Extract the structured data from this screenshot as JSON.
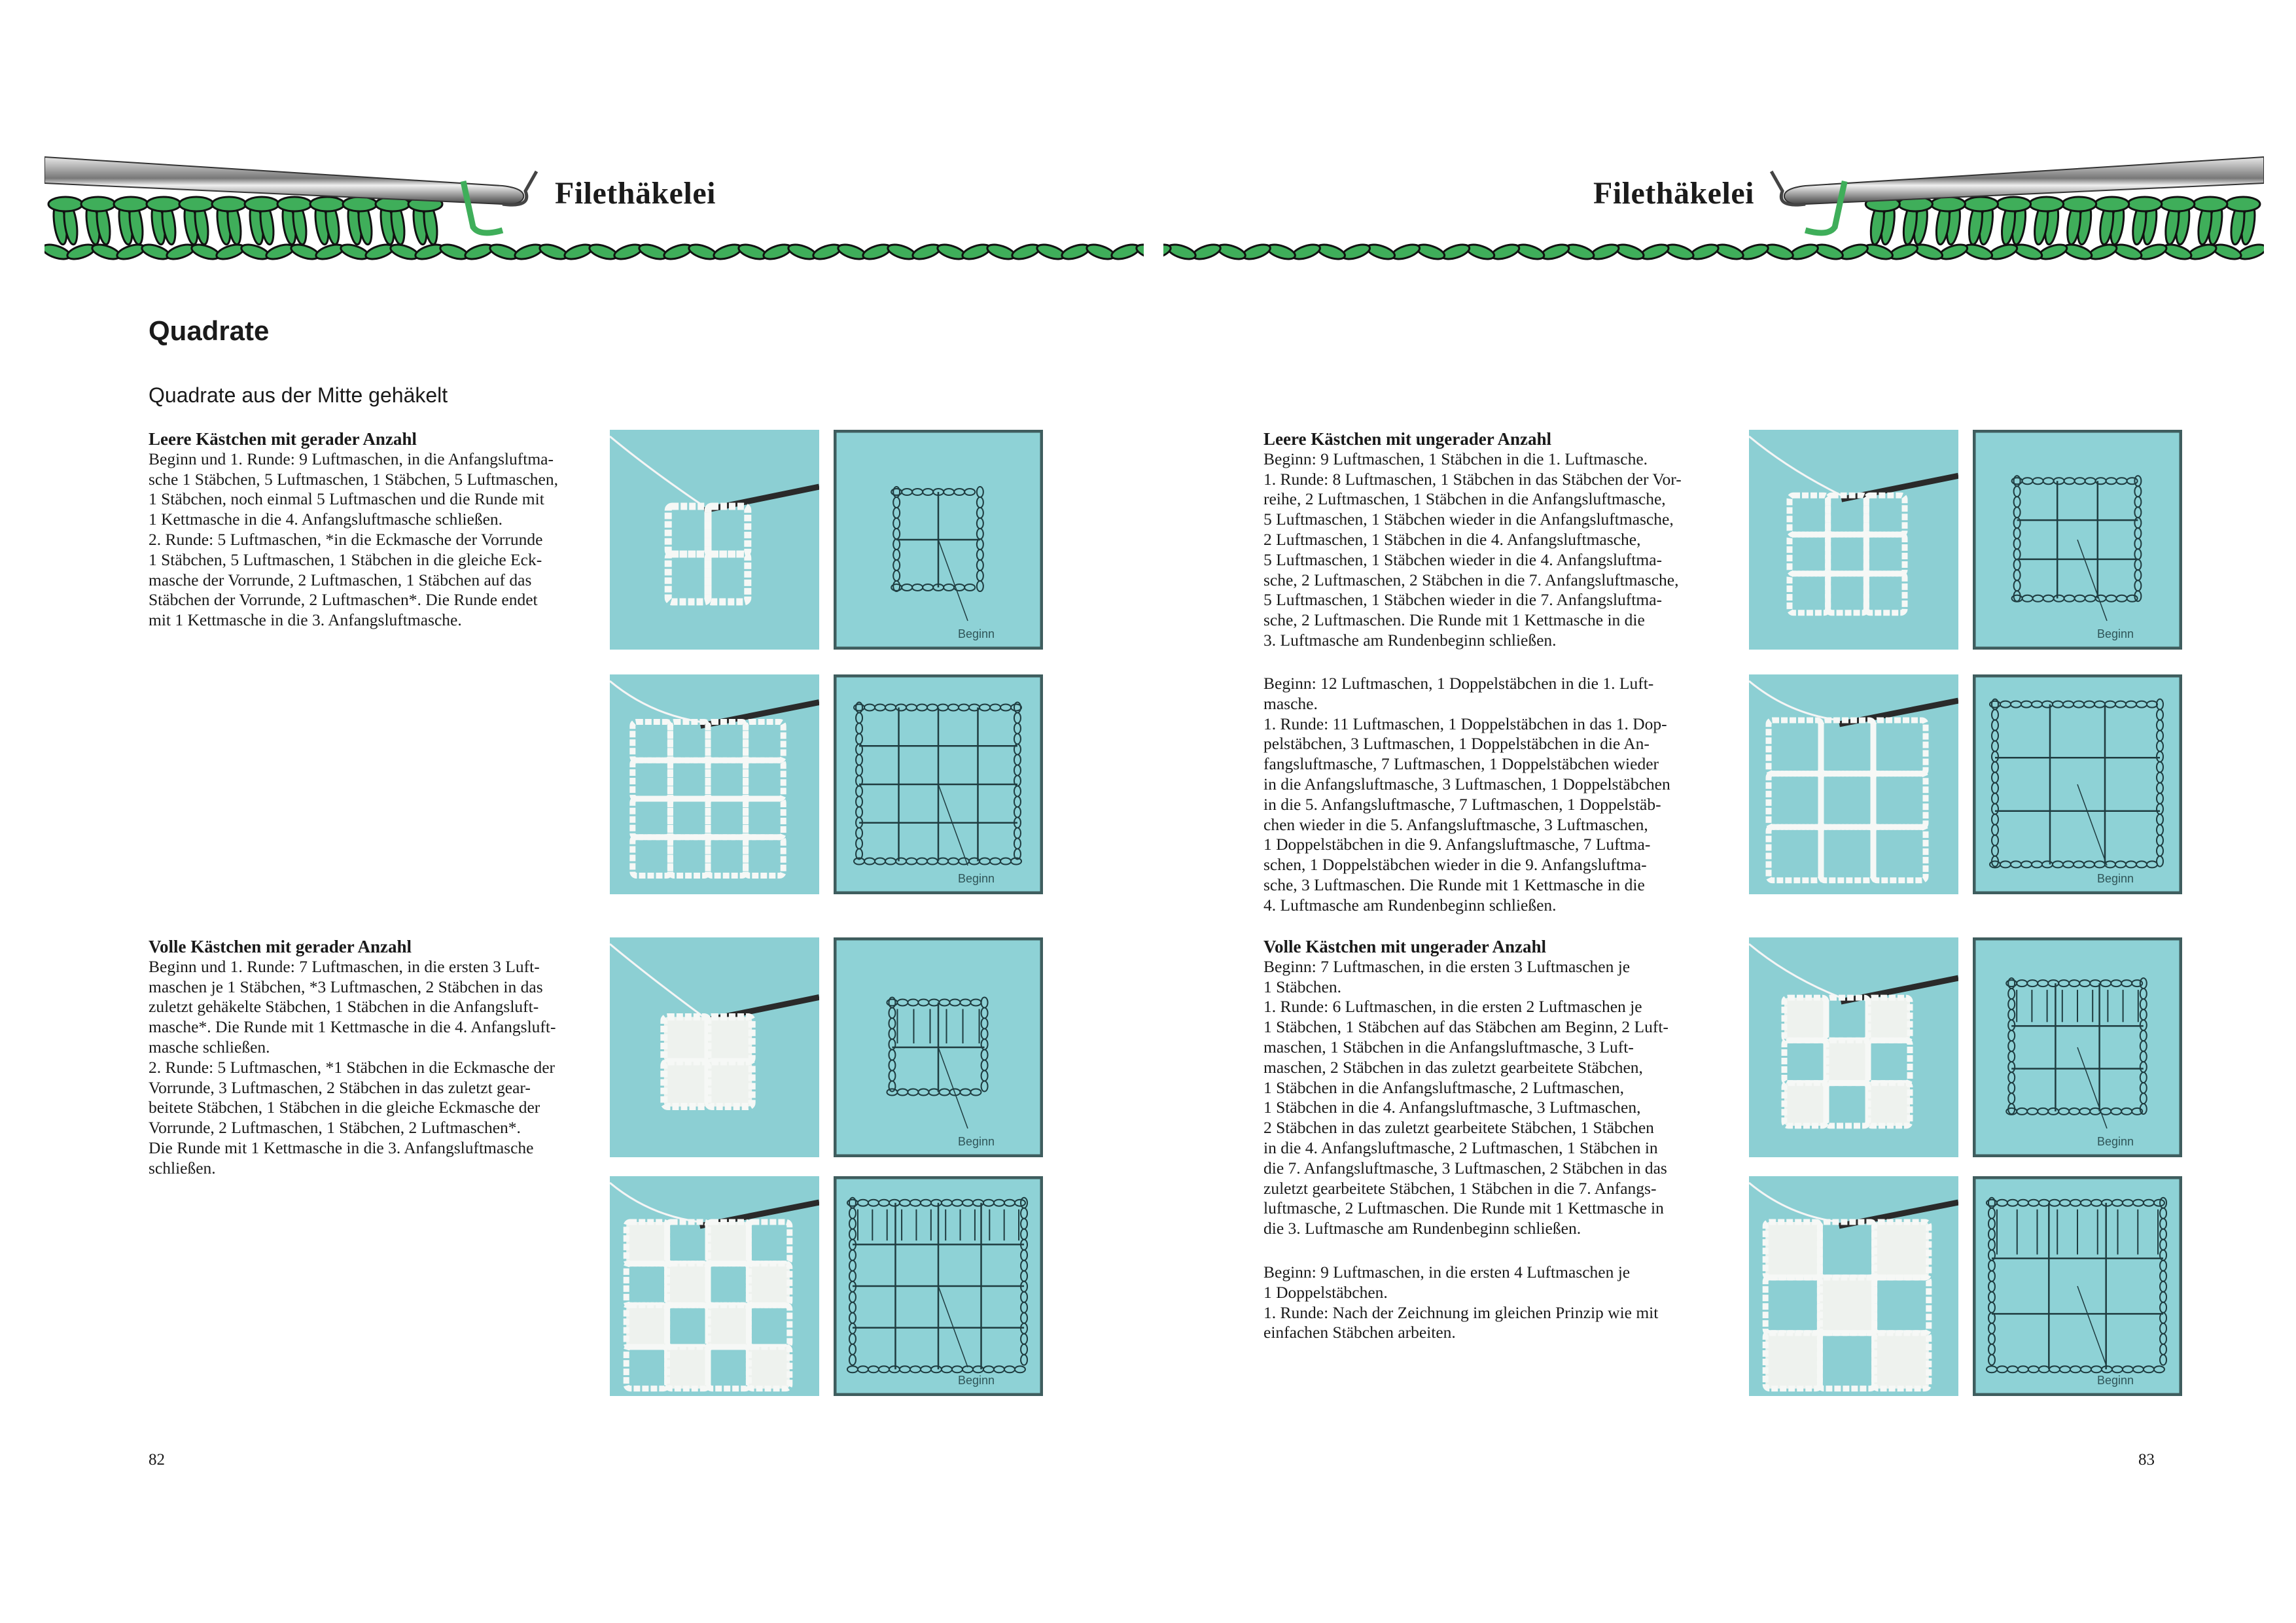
{
  "header": {
    "left_title": "Filethäkelei",
    "right_title": "Filethäkelei"
  },
  "left_page": {
    "section_title": "Quadrate",
    "subsection_title": "Quadrate aus der Mitte gehäkelt",
    "blocks": [
      {
        "heading": "Leere Kästchen mit gerader Anzahl",
        "lines": [
          "Beginn und 1. Runde: 9 Luftmaschen, in die Anfangsluftma-",
          "sche 1 Stäbchen, 5 Luftmaschen, 1 Stäbchen, 5 Luftmaschen,",
          "1 Stäbchen, noch einmal 5 Luftmaschen und die Runde mit",
          "1 Kettmasche in die 4. Anfangsluftmasche schließen.",
          "2. Runde: 5 Luftmaschen, *in die Eckmasche der Vorrunde",
          "1 Stäbchen, 5 Luftmaschen, 1 Stäbchen in die gleiche Eck-",
          "masche der Vorrunde, 2 Luftmaschen, 1 Stäbchen auf das",
          "Stäbchen der Vorrunde, 2 Luftmaschen*. Die Runde endet",
          "mit 1 Kettmasche in die 3. Anfangsluftmasche."
        ]
      },
      {
        "heading": "Volle Kästchen mit gerader Anzahl",
        "lines": [
          "Beginn und 1. Runde: 7 Luftmaschen, in die ersten 3 Luft-",
          "maschen je 1 Stäbchen, *3 Luftmaschen, 2 Stäbchen in das",
          "zuletzt gehäkelte Stäbchen, 1 Stäbchen in die Anfangsluft-",
          "masche*. Die Runde mit 1 Kettmasche in die 4. Anfangsluft-",
          "masche schließen.",
          "2. Runde: 5 Luftmaschen, *1 Stäbchen in die Eckmasche der",
          "Vorrunde, 3 Luftmaschen, 2 Stäbchen in das zuletzt gear-",
          "beitete Stäbchen, 1 Stäbchen in die gleiche Eckmasche der",
          "Vorrunde, 2 Luftmaschen, 1 Stäbchen, 2 Luftmaschen*.",
          "Die Runde mit 1 Kettmasche in die 3. Anfangsluftmasche",
          "schließen."
        ]
      }
    ],
    "figures": [
      {
        "grid": 2,
        "filled": false,
        "diagram_label": "Beginn"
      },
      {
        "grid": 4,
        "filled": false,
        "diagram_label": "Beginn"
      },
      {
        "grid": 2,
        "filled": true,
        "diagram_label": "Beginn"
      },
      {
        "grid": 4,
        "filled": true,
        "diagram_label": "Beginn"
      }
    ],
    "page_number": "82"
  },
  "right_page": {
    "blocks": [
      {
        "heading": "Leere Kästchen mit ungerader Anzahl",
        "lines": [
          "Beginn: 9 Luftmaschen, 1 Stäbchen in die 1. Luftmasche.",
          "1. Runde: 8 Luftmaschen, 1 Stäbchen in das Stäbchen der Vor-",
          "reihe, 2 Luftmaschen, 1 Stäbchen in die Anfangsluftmasche,",
          "5 Luftmaschen, 1 Stäbchen wieder in die Anfangsluftmasche,",
          "2 Luftmaschen, 1 Stäbchen in die 4. Anfangsluftmasche,",
          "5 Luftmaschen, 1 Stäbchen wieder in die 4. Anfangsluftma-",
          "sche, 2 Luftmaschen, 2 Stäbchen in die 7. Anfangsluftmasche,",
          "5 Luftmaschen, 1 Stäbchen wieder in die 7. Anfangsluftma-",
          "sche, 2 Luftmaschen. Die Runde mit 1 Kettmasche in die",
          "3. Luftmasche am Rundenbeginn schließen."
        ]
      },
      {
        "heading": "",
        "lines": [
          "Beginn: 12 Luftmaschen, 1 Doppelstäbchen in die 1. Luft-",
          "masche.",
          "1. Runde: 11 Luftmaschen, 1 Doppelstäbchen in das 1. Dop-",
          "pelstäbchen, 3 Luftmaschen, 1 Doppelstäbchen in die An-",
          "fangsluftmasche, 7 Luftmaschen, 1 Doppelstäbchen wieder",
          "in die Anfangsluftmasche, 3 Luftmaschen, 1 Doppelstäbchen",
          "in die 5. Anfangsluftmasche, 7 Luftmaschen, 1 Doppelstäb-",
          "chen wieder in die 5. Anfangsluftmasche, 3 Luftmaschen,",
          "1 Doppelstäbchen in die 9. Anfangsluftmasche, 7 Luftma-",
          "schen, 1 Doppelstäbchen wieder in die 9. Anfangsluftma-",
          "sche, 3 Luftmaschen. Die Runde mit 1 Kettmasche in die",
          "4. Luftmasche am Rundenbeginn schließen."
        ]
      },
      {
        "heading": "Volle Kästchen mit ungerader Anzahl",
        "lines": [
          "Beginn: 7 Luftmaschen, in die ersten 3 Luftmaschen je",
          "1 Stäbchen.",
          "1. Runde: 6 Luftmaschen, in die ersten 2 Luftmaschen je",
          "1 Stäbchen, 1 Stäbchen auf das Stäbchen am Beginn, 2 Luft-",
          "maschen, 1 Stäbchen in die Anfangsluftmasche, 3 Luft-",
          "maschen, 2 Stäbchen in das zuletzt gearbeitete Stäbchen,",
          "1 Stäbchen in die Anfangsluftmasche, 2 Luftmaschen,",
          "1 Stäbchen in die 4. Anfangsluftmasche, 3 Luftmaschen,",
          "2 Stäbchen in das zuletzt gearbeitete Stäbchen, 1 Stäbchen",
          "in die 4. Anfangsluftmasche, 2 Luftmaschen, 1 Stäbchen in",
          "die 7. Anfangsluftmasche, 3 Luftmaschen, 2 Stäbchen in das",
          "zuletzt gearbeitete Stäbchen, 1 Stäbchen in die 7. Anfangs-",
          "luftmasche, 2 Luftmaschen. Die Runde mit 1 Kettmasche in",
          "die 3. Luftmasche am Rundenbeginn schließen."
        ]
      },
      {
        "heading": "",
        "lines": [
          "Beginn: 9 Luftmaschen, in die ersten 4 Luftmaschen je",
          "1 Doppelstäbchen.",
          "1. Runde: Nach der Zeichnung im gleichen Prinzip wie mit",
          "einfachen Stäbchen arbeiten."
        ]
      }
    ],
    "figures": [
      {
        "grid": 3,
        "filled": false,
        "diagram_label": "Beginn"
      },
      {
        "grid": 3,
        "filled": false,
        "diagram_label": "Beginn"
      },
      {
        "grid": 3,
        "filled": true,
        "diagram_label": "Beginn"
      },
      {
        "grid": 3,
        "filled": true,
        "diagram_label": "Beginn"
      }
    ],
    "page_number": "83"
  },
  "colors": {
    "chain_green": "#3fae5a",
    "photo_bg": "#8ccfd3",
    "diagram_bg": "#8ed2d6",
    "diagram_ink": "#1f3c40"
  }
}
